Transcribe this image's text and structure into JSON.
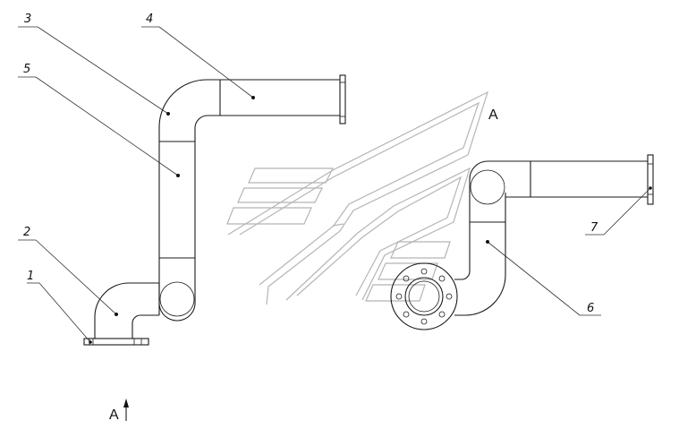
{
  "callouts": [
    {
      "id": "1",
      "label": "1"
    },
    {
      "id": "2",
      "label": "2"
    },
    {
      "id": "3",
      "label": "3"
    },
    {
      "id": "4",
      "label": "4"
    },
    {
      "id": "5",
      "label": "5"
    },
    {
      "id": "6",
      "label": "6"
    },
    {
      "id": "7",
      "label": "7"
    }
  ],
  "view_labels": {
    "view_arrow": "A",
    "view_title": "A"
  },
  "colors": {
    "line": "#1a1a1a",
    "watermark": "#b5b5b5"
  }
}
